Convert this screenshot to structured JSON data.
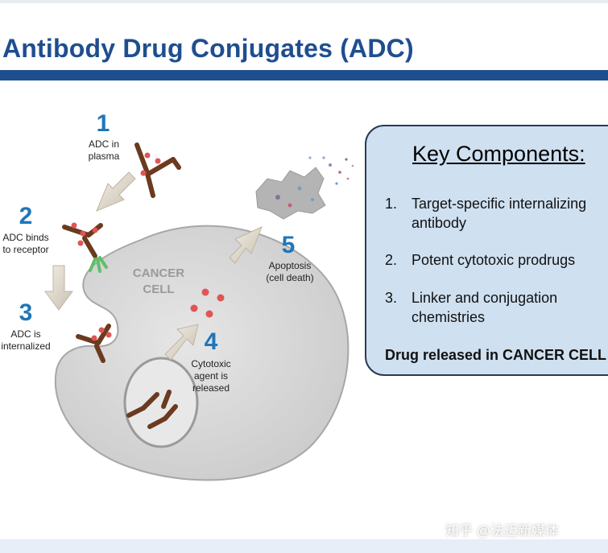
{
  "title": "Antibody Drug Conjugates (ADC)",
  "steps": [
    {
      "number": "1",
      "label": "ADC in\nplasma"
    },
    {
      "number": "2",
      "label": "ADC binds\nto receptor"
    },
    {
      "number": "3",
      "label": "ADC is\ninternalized"
    },
    {
      "number": "4",
      "label": "Cytotoxic\nagent is\nreleased"
    },
    {
      "number": "5",
      "label": "Apoptosis\n(cell death)"
    }
  ],
  "cell_label": "CANCER\nCELL",
  "key_components": {
    "heading": "Key Components:",
    "items": [
      {
        "n": "1.",
        "line1": "Target-specific internalizing",
        "line2": "antibody"
      },
      {
        "n": "2.",
        "line1": "Potent cytotoxic prodrugs",
        "line2": ""
      },
      {
        "n": "3.",
        "line1": "Linker and conjugation",
        "line2": "chemistries"
      }
    ],
    "footer": "Drug released in CANCER CELL"
  },
  "watermark": "知乎 @法迈新媒体",
  "colors": {
    "title_blue": "#1f4e8f",
    "step_number_blue": "#1f76b8",
    "cell_gray": "#d9d9d9",
    "antibody_brown": "#6b3a1f",
    "drug_red": "#e05555",
    "key_box_fill": "#cfe0f0"
  }
}
